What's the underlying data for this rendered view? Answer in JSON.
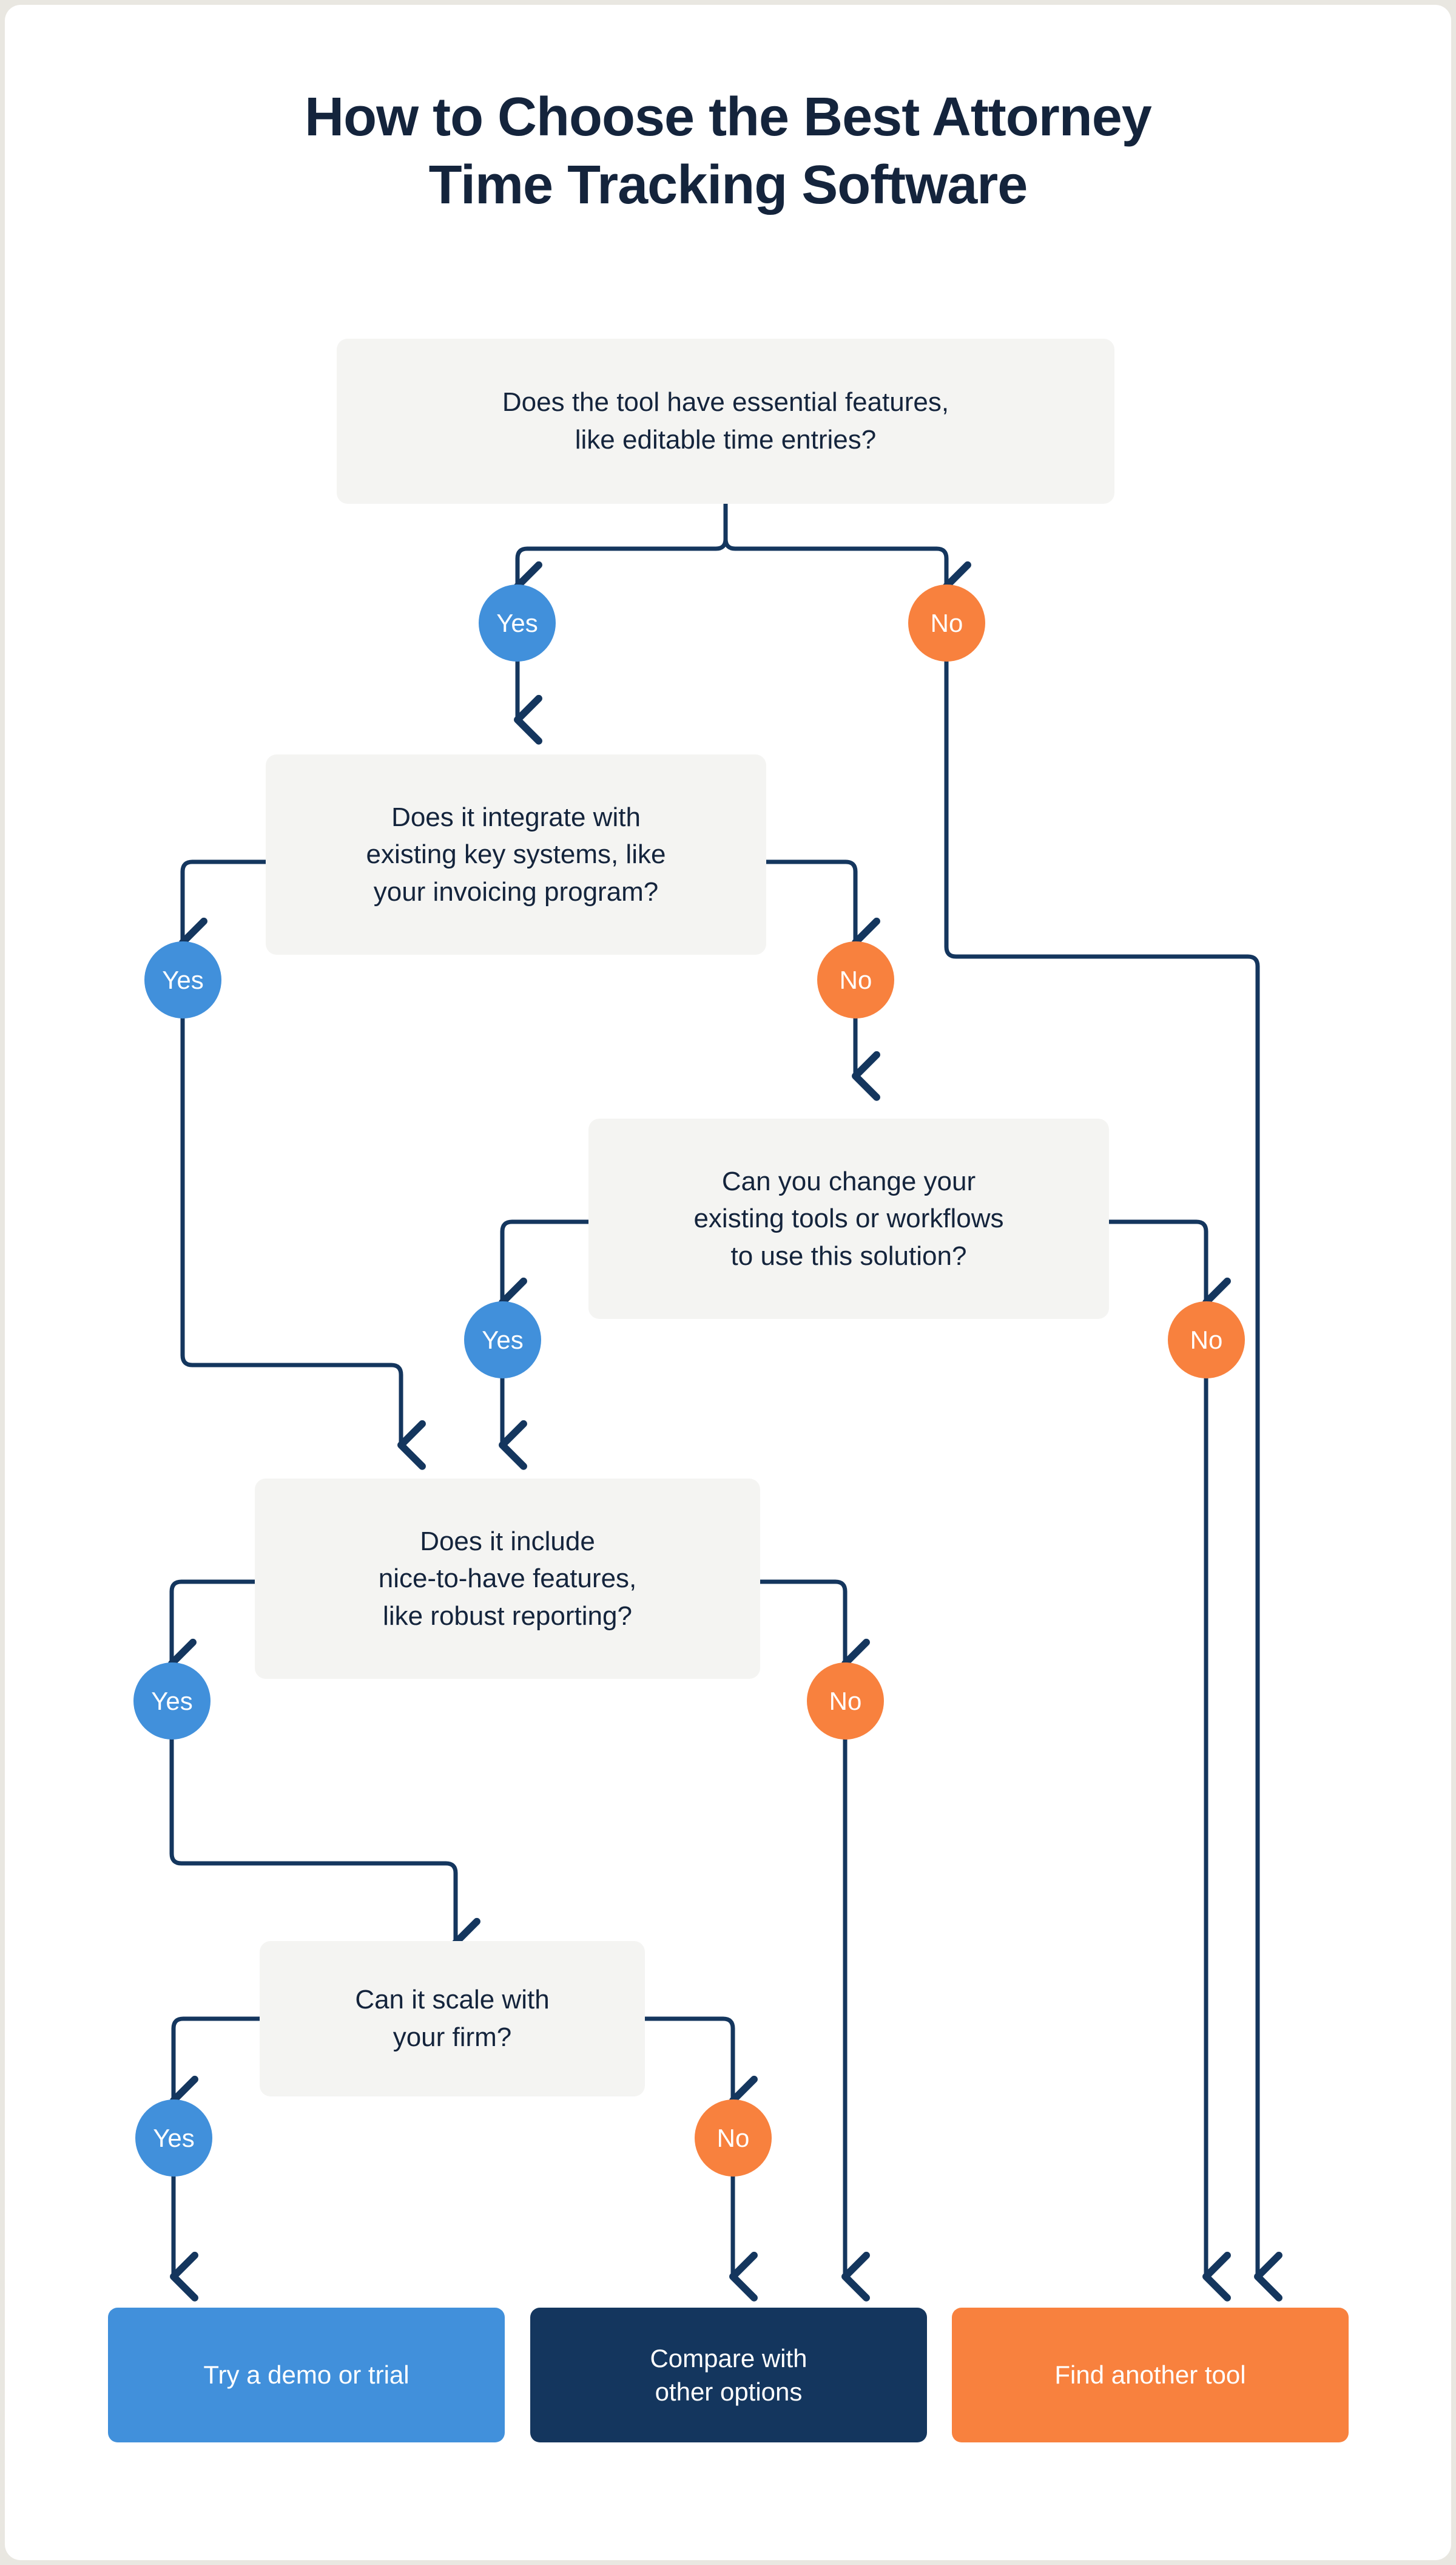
{
  "page": {
    "title_line1": "How to Choose the Best Attorney",
    "title_line2": "Time Tracking Software"
  },
  "colors": {
    "yes": "#4190DB",
    "no": "#F8813E",
    "navy": "#14365E",
    "connector": "#14365E",
    "box_bg": "#F4F4F2",
    "text_dark": "#14243C",
    "canvas": "#FFFFFF",
    "page_border": "#E9E7E1"
  },
  "decisions": [
    {
      "id": "q1-essential-features",
      "line1": "Does the tool have essential features,",
      "line2": "like editable time entries?",
      "yes_label": "Yes",
      "no_label": "No"
    },
    {
      "id": "q2-integrations",
      "line1": "Does it integrate with",
      "line2": "existing key systems, like",
      "line3": "your invoicing program?",
      "yes_label": "Yes",
      "no_label": "No"
    },
    {
      "id": "q3-change-workflows",
      "line1": "Can you change your",
      "line2": "existing tools or workflows",
      "line3": "to use this solution?",
      "yes_label": "Yes",
      "no_label": "No"
    },
    {
      "id": "q4-nice-to-have",
      "line1": "Does it include",
      "line2": "nice-to-have features,",
      "line3": "like robust reporting?",
      "yes_label": "Yes",
      "no_label": "No"
    },
    {
      "id": "q5-scale",
      "line1": "Can it scale with",
      "line2": "your firm?",
      "yes_label": "Yes",
      "no_label": "No"
    }
  ],
  "outcomes": [
    {
      "id": "try-demo",
      "label": "Try a demo or trial",
      "color": "#4190DB"
    },
    {
      "id": "compare-line1",
      "label": "Compare with",
      "color": "#14365E"
    },
    {
      "id": "compare-line2",
      "label": "other options",
      "color": "#14365E"
    },
    {
      "id": "find-another",
      "label": "Find another tool",
      "color": "#F8813E"
    }
  ],
  "flow": {
    "q1_yes_to": "q2-integrations",
    "q1_no_to": "find-another",
    "q2_yes_to": "q4-nice-to-have",
    "q2_no_to": "q3-change-workflows",
    "q3_yes_to": "q4-nice-to-have",
    "q3_no_to": "find-another",
    "q4_yes_to": "q5-scale",
    "q4_no_to": "compare-with-other-options",
    "q5_yes_to": "try-demo",
    "q5_no_to": "compare-with-other-options"
  }
}
